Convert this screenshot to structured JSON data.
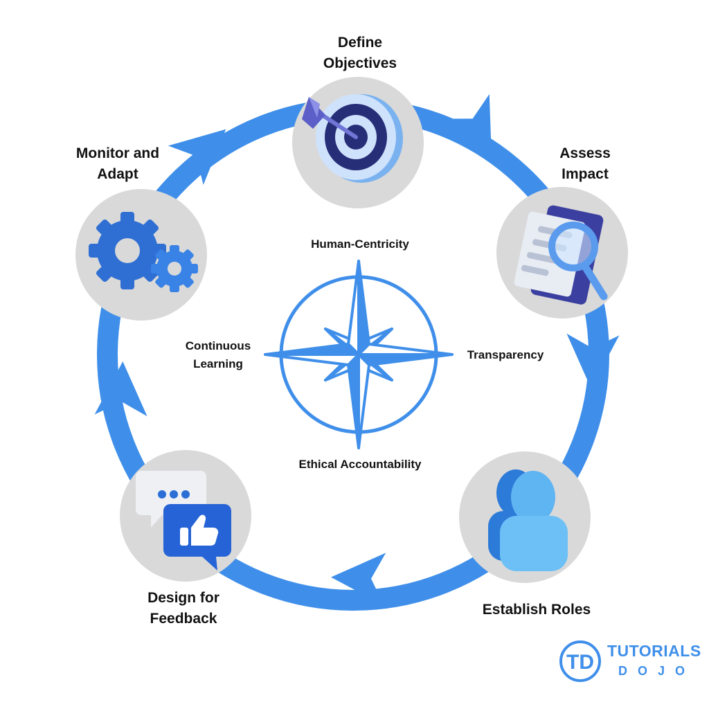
{
  "colors": {
    "accent": "#3f8fea",
    "node_bg": "#d9d9d9",
    "text": "#111111",
    "background": "#ffffff"
  },
  "steps": [
    {
      "lines": [
        "Define",
        "Objectives"
      ],
      "icon": "dartboard-target-icon"
    },
    {
      "lines": [
        "Assess",
        "Impact"
      ],
      "icon": "document-magnifier-icon"
    },
    {
      "lines": [
        "Establish Roles"
      ],
      "icon": "people-icon"
    },
    {
      "lines": [
        "Design for",
        "Feedback"
      ],
      "icon": "chat-thumbs-up-icon"
    },
    {
      "lines": [
        "Monitor and",
        "Adapt"
      ],
      "icon": "gears-icon"
    }
  ],
  "principles": {
    "north": "Human-Centricity",
    "east": "Transparency",
    "south": "Ethical Accountability",
    "west": [
      "Continuous",
      "Learning"
    ]
  },
  "center_icon": "compass-rose-icon",
  "logo": {
    "monogram": "TD",
    "line1": "TUTORIALS",
    "line2": "DOJO"
  }
}
